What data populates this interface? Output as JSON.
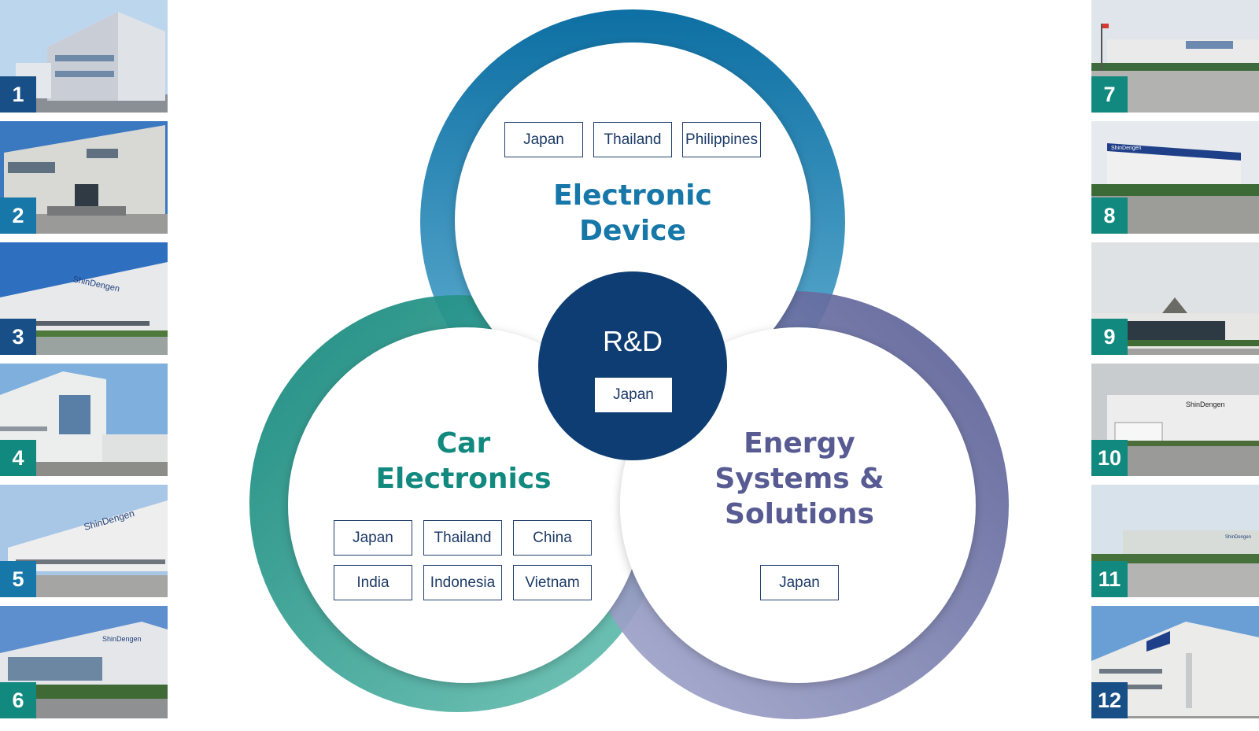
{
  "colors": {
    "navy": "#0d3d73",
    "electronic_blue": "#1677a8",
    "car_teal": "#11897e",
    "energy_purple": "#575b92",
    "num_navy": "#174f86",
    "num_teal": "#11897e"
  },
  "photos_left": [
    {
      "label": "1"
    },
    {
      "label": "2"
    },
    {
      "label": "3"
    },
    {
      "label": "4"
    },
    {
      "label": "5"
    },
    {
      "label": "6"
    }
  ],
  "photos_right": [
    {
      "label": "7"
    },
    {
      "label": "8"
    },
    {
      "label": "9"
    },
    {
      "label": "10"
    },
    {
      "label": "11"
    },
    {
      "label": "12"
    }
  ],
  "electronic_device": {
    "title_line1": "Electronic",
    "title_line2": "Device",
    "locations": [
      "Japan",
      "Thailand",
      "Philippines"
    ]
  },
  "car_electronics": {
    "title_line1": "Car",
    "title_line2": "Electronics",
    "locations": [
      "Japan",
      "Thailand",
      "China",
      "India",
      "Indonesia",
      "Vietnam"
    ]
  },
  "energy": {
    "title_line1": "Energy",
    "title_line2": "Systems &",
    "title_line3": "Solutions",
    "locations": [
      "Japan"
    ]
  },
  "rd": {
    "title": "R&D",
    "location": "Japan"
  }
}
